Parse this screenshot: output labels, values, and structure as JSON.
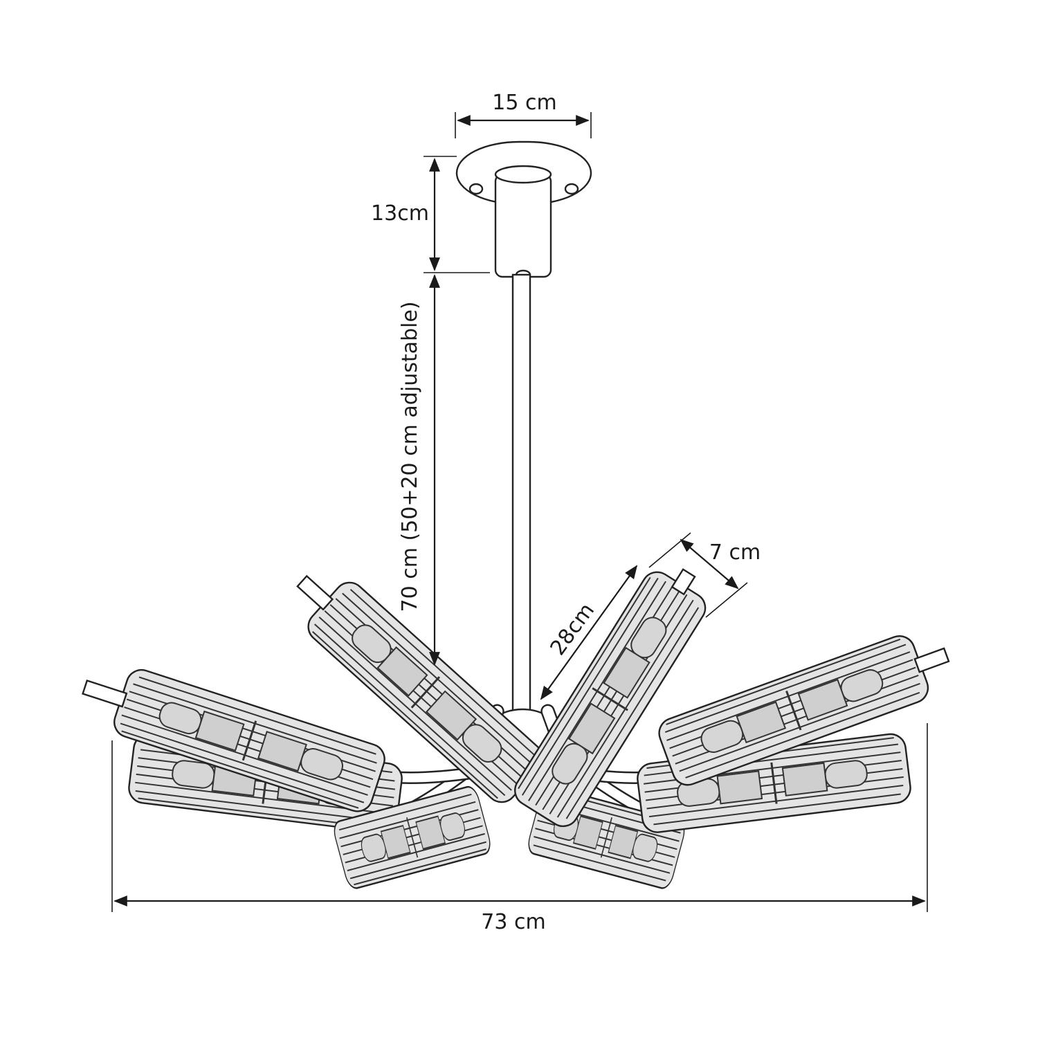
{
  "dimensions": {
    "canopy_width": "15 cm",
    "canopy_height": "13cm",
    "drop": "70 cm (50+20 cm adjustable)",
    "shade_length": "28cm",
    "shade_diameter": "7 cm",
    "overall_width": "73 cm"
  },
  "colors": {
    "line": "#1a1a1a",
    "shade": "#e4e4e4",
    "background": "#ffffff"
  }
}
